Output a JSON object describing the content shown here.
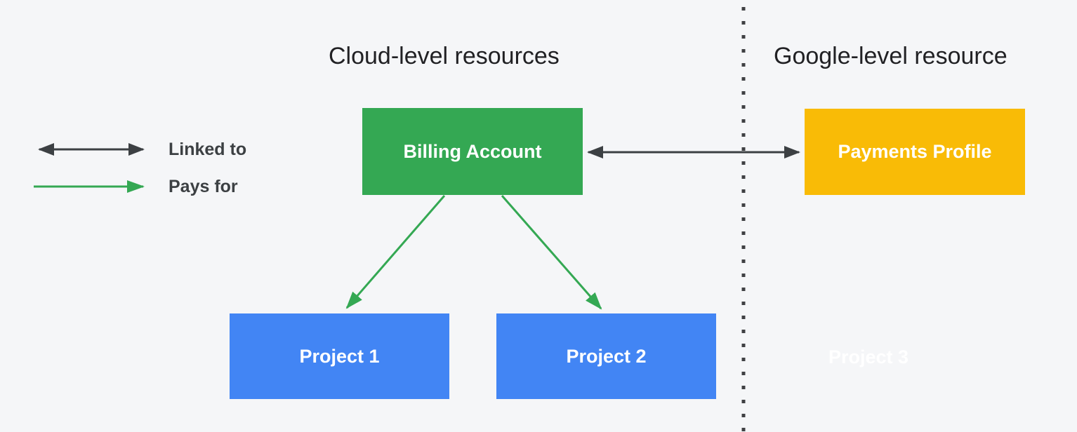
{
  "headings": {
    "left": "Cloud-level resources",
    "right": "Google-level resource"
  },
  "legend": {
    "items": [
      {
        "label": "Linked to",
        "arrow": "double-headed",
        "color": "#3C4043"
      },
      {
        "label": "Pays for",
        "arrow": "single-headed",
        "color": "#34A853"
      }
    ]
  },
  "nodes": {
    "billing_account": {
      "label": "Billing Account",
      "color": "#34A853"
    },
    "payments_profile": {
      "label": "Payments Profile",
      "color": "#F9BB06"
    },
    "project_1": {
      "label": "Project 1",
      "color": "#4285F4"
    },
    "project_2": {
      "label": "Project 2",
      "color": "#4285F4"
    },
    "project_3": {
      "label": "Project 3",
      "color": "#FFFFFF"
    }
  },
  "edges": [
    {
      "from": "billing_account",
      "to": "payments_profile",
      "type": "linked-to",
      "color": "#3C4043"
    },
    {
      "from": "billing_account",
      "to": "project_1",
      "type": "pays-for",
      "color": "#34A853"
    },
    {
      "from": "billing_account",
      "to": "project_2",
      "type": "pays-for",
      "color": "#34A853"
    }
  ],
  "separator": {
    "style": "dotted-vertical",
    "color": "#3F4043"
  },
  "background_color": "#F5F6F8"
}
